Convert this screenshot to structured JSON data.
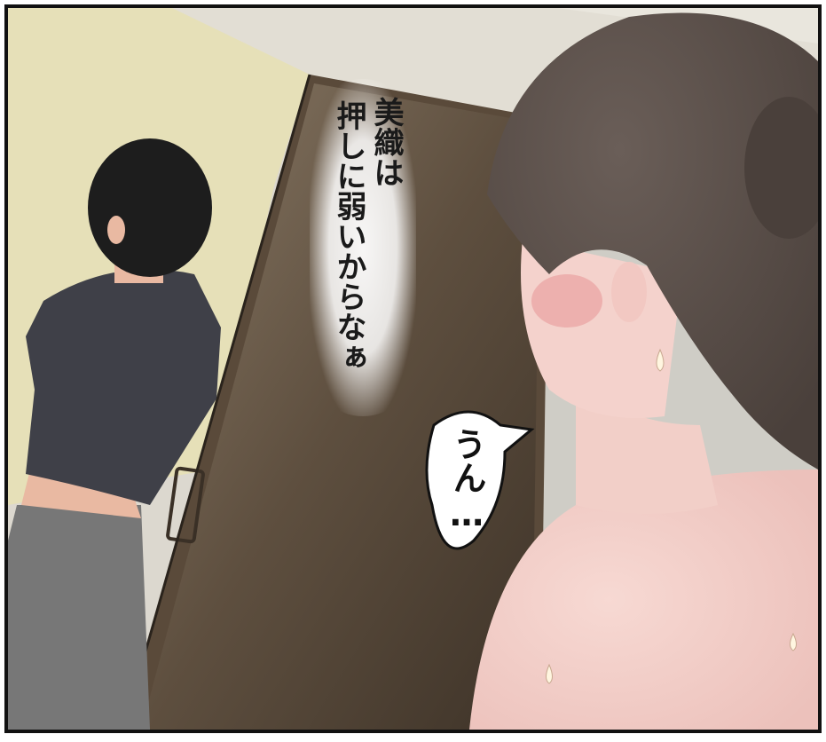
{
  "narration": {
    "line1": "美織は",
    "line2": "押しに弱いからなぁ"
  },
  "speech_bubble": {
    "text": "うん…"
  }
}
